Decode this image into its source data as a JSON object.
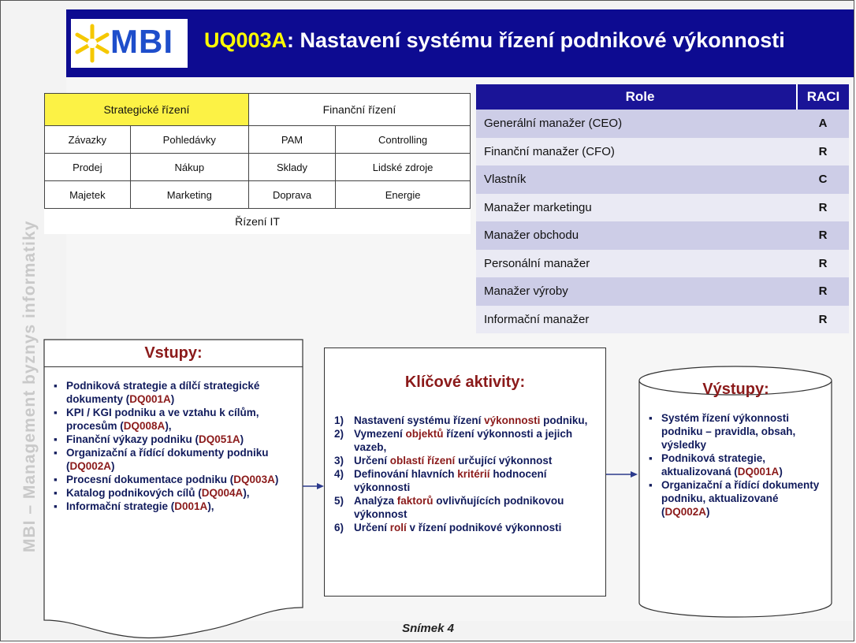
{
  "header": {
    "logo_text": "MBI",
    "title_code": "UQ003A",
    "title_rest": ": Nastavení systému řízení podnikové výkonnosti"
  },
  "side_text": "MBI – Management byznys informatiky",
  "areas": {
    "strategic": "Strategické řízení",
    "financial": "Finanční řízení",
    "row1": [
      "Závazky",
      "Pohledávky",
      "PAM",
      "Controlling"
    ],
    "row2": [
      "Prodej",
      "Nákup",
      "Sklady",
      "Lidské zdroje"
    ],
    "row3": [
      "Majetek",
      "Marketing",
      "Doprava",
      "Energie"
    ],
    "it": "Řízení IT"
  },
  "raci": {
    "header": {
      "role": "Role",
      "raci": "RACI"
    },
    "rows": [
      {
        "role": "Generální manažer (CEO)",
        "value": "A"
      },
      {
        "role": "Finanční manažer (CFO)",
        "value": "R"
      },
      {
        "role": "Vlastník",
        "value": "C"
      },
      {
        "role": "Manažer marketingu",
        "value": "R"
      },
      {
        "role": "Manažer obchodu",
        "value": "R"
      },
      {
        "role": "Personální manažer",
        "value": "R"
      },
      {
        "role": "Manažer výroby",
        "value": "R"
      },
      {
        "role": "Informační manažer",
        "value": "R"
      }
    ]
  },
  "inputs": {
    "title": "Vstupy:",
    "i1": {
      "text": "Podniková strategie a dílčí strategické dokumenty (",
      "code": "DQ001A",
      "tail": ")"
    },
    "i2": {
      "text": "KPI / KGI podniku a ve vztahu k cílům, procesům (",
      "code": "DQ008A",
      "tail": "),"
    },
    "i3": {
      "text": "Finanční výkazy podniku (",
      "code": "DQ051A",
      "tail": ")"
    },
    "i4": {
      "text": "Organizační a řídící dokumenty podniku (",
      "code": "DQ002A",
      "tail": ")"
    },
    "i5": {
      "text": "Procesní dokumentace podniku (",
      "code": "DQ003A",
      "tail": ")"
    },
    "i6": {
      "text": "Katalog podnikových cílů (",
      "code": "DQ004A",
      "tail": "),"
    },
    "i7": {
      "text": "Informační strategie (",
      "code": "D001A",
      "tail": "),"
    }
  },
  "activities": {
    "title": "Klíčové aktivity:",
    "a1": {
      "num": "1)",
      "a": "Nastavení systému řízení ",
      "hl": "výkonnosti",
      "b": " podniku,"
    },
    "a2": {
      "num": "2)",
      "a": "Vymezení ",
      "hl": "objektů",
      "b": " řízení výkonnosti a jejich vazeb,"
    },
    "a3": {
      "num": "3)",
      "a": "Určení ",
      "hl": "oblastí řízení",
      "b": " určující výkonnost"
    },
    "a4": {
      "num": "4)",
      "a": "Definování hlavních ",
      "hl": "kritérií",
      "b": " hodnocení výkonnosti"
    },
    "a5": {
      "num": "5)",
      "a": "Analýza ",
      "hl": "faktorů",
      "b": " ovlivňujících podnikovou výkonnost"
    },
    "a6": {
      "num": "6)",
      "a": "Určení ",
      "hl": "rolí",
      "b": " v řízení podnikové výkonnosti"
    }
  },
  "outputs": {
    "title": "Výstupy:",
    "o1": {
      "text": "Systém řízení výkonnosti podniku – pravidla, obsah, výsledky"
    },
    "o2": {
      "text": "Podniková strategie, aktualizovaná (",
      "code": "DQ001A",
      "tail": ")"
    },
    "o3": {
      "text": "Organizační a řídící dokumenty podniku, aktualizované (",
      "code": "DQ002A",
      "tail": ")"
    }
  },
  "footer": "Snímek 4",
  "colors": {
    "header_bg": "#0d0b91",
    "title_code": "#ffff00",
    "highlight_cell": "#fcf245",
    "accent_red": "#8b1a1a",
    "raci_header": "#1a1497"
  }
}
